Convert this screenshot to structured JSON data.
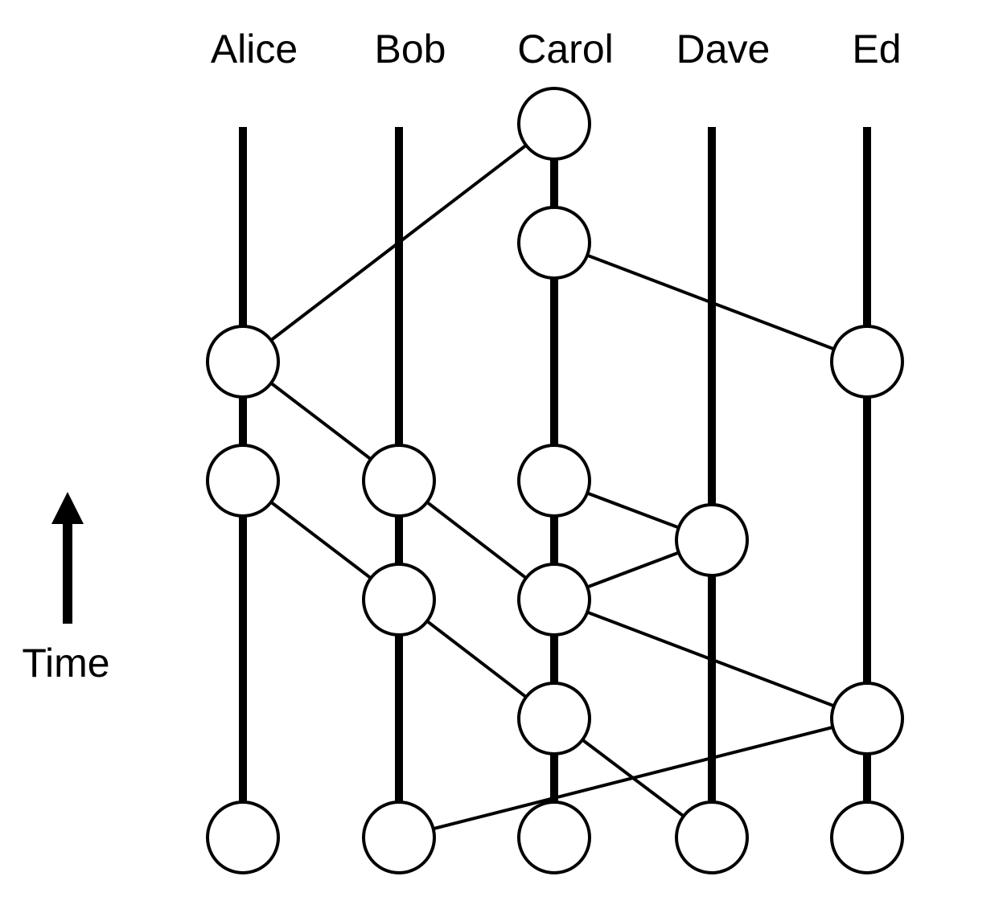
{
  "participants": [
    {
      "id": "alice",
      "name": "Alice"
    },
    {
      "id": "bob",
      "name": "Bob"
    },
    {
      "id": "carol",
      "name": "Carol"
    },
    {
      "id": "dave",
      "name": "Dave"
    },
    {
      "id": "ed",
      "name": "Ed"
    }
  ],
  "time_axis": {
    "label": "Time",
    "direction": "up"
  },
  "events": [
    {
      "id": "a1",
      "participant": "alice",
      "level": 0
    },
    {
      "id": "b1",
      "participant": "bob",
      "level": 0
    },
    {
      "id": "c1",
      "participant": "carol",
      "level": 0
    },
    {
      "id": "d1",
      "participant": "dave",
      "level": 0
    },
    {
      "id": "e1",
      "participant": "ed",
      "level": 0
    },
    {
      "id": "c2",
      "participant": "carol",
      "level": 1
    },
    {
      "id": "e2",
      "participant": "ed",
      "level": 1
    },
    {
      "id": "b2",
      "participant": "bob",
      "level": 2
    },
    {
      "id": "c3",
      "participant": "carol",
      "level": 2
    },
    {
      "id": "d2",
      "participant": "dave",
      "level": 2.5
    },
    {
      "id": "a2",
      "participant": "alice",
      "level": 3
    },
    {
      "id": "b3",
      "participant": "bob",
      "level": 3
    },
    {
      "id": "c4",
      "participant": "carol",
      "level": 3
    },
    {
      "id": "a3",
      "participant": "alice",
      "level": 4
    },
    {
      "id": "e3",
      "participant": "ed",
      "level": 4
    },
    {
      "id": "c5",
      "participant": "carol",
      "level": 5
    },
    {
      "id": "c6",
      "participant": "carol",
      "level": 6
    }
  ],
  "edges": [
    [
      "a3",
      "c6"
    ],
    [
      "a3",
      "b3"
    ],
    [
      "a2",
      "b2"
    ],
    [
      "b3",
      "c3"
    ],
    [
      "b2",
      "c2"
    ],
    [
      "c2",
      "d1"
    ],
    [
      "c5",
      "e3"
    ],
    [
      "c4",
      "d2"
    ],
    [
      "c3",
      "d2"
    ],
    [
      "c3",
      "e2"
    ],
    [
      "e2",
      "b1"
    ]
  ]
}
